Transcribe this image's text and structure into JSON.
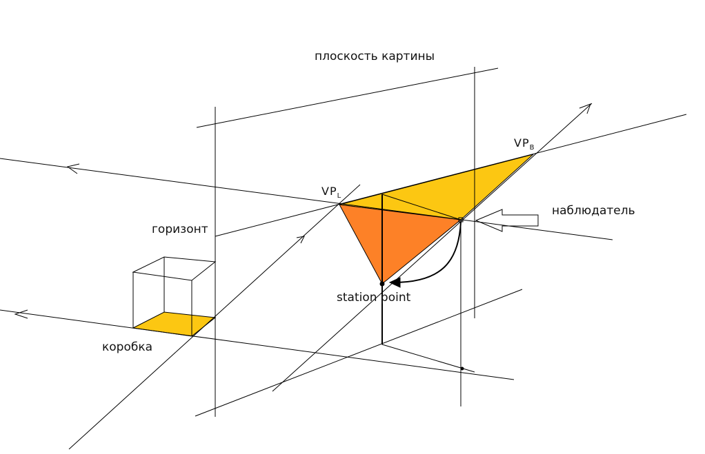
{
  "labels": {
    "picture_plane": "плоскость картины",
    "vp_left": "VP",
    "vp_left_sub": "L",
    "vp_right": "VP",
    "vp_right_sub": "B",
    "observer": "наблюдатель",
    "horizon": "горизонт",
    "station_point": "station point",
    "box": "коробка"
  },
  "colors": {
    "yellow_fill": "#fcc712",
    "orange_fill": "#fd8127",
    "stroke": "#000000"
  }
}
